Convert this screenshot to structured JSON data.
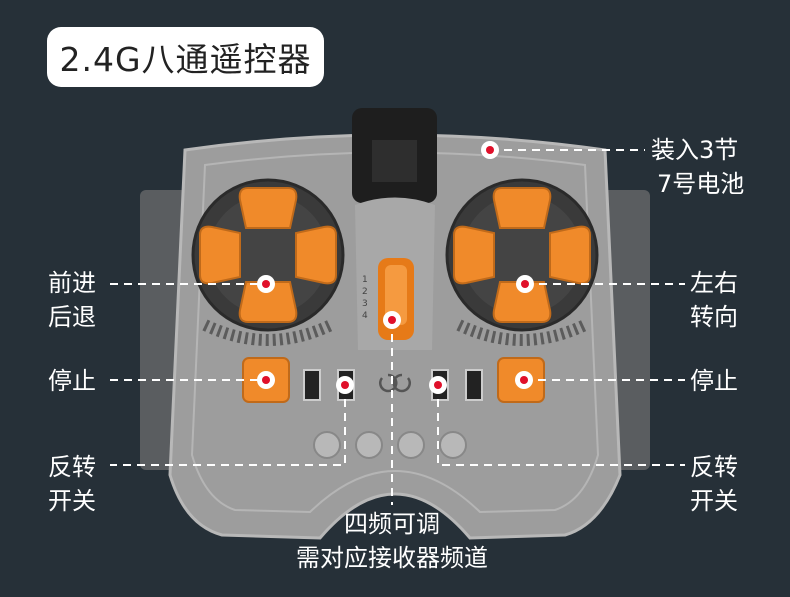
{
  "title": "2.4G八通遥控器",
  "callouts": {
    "battery": [
      "装入3节",
      "7号电池"
    ],
    "forward_back": [
      "前进",
      "后退"
    ],
    "left_right": [
      "左右",
      "转向"
    ],
    "stop_left": "停止",
    "stop_right": "停止",
    "reverse_left": [
      "反转",
      "开关"
    ],
    "reverse_right": [
      "反转",
      "开关"
    ],
    "channel": [
      "四频可调",
      "需对应接收器频道"
    ]
  },
  "channel_numbers": [
    "1",
    "2",
    "3",
    "4"
  ],
  "colors": {
    "background": "#263038",
    "body": "#9c9c9c",
    "accent": "#f08a2a",
    "marker": "#e0102a"
  }
}
